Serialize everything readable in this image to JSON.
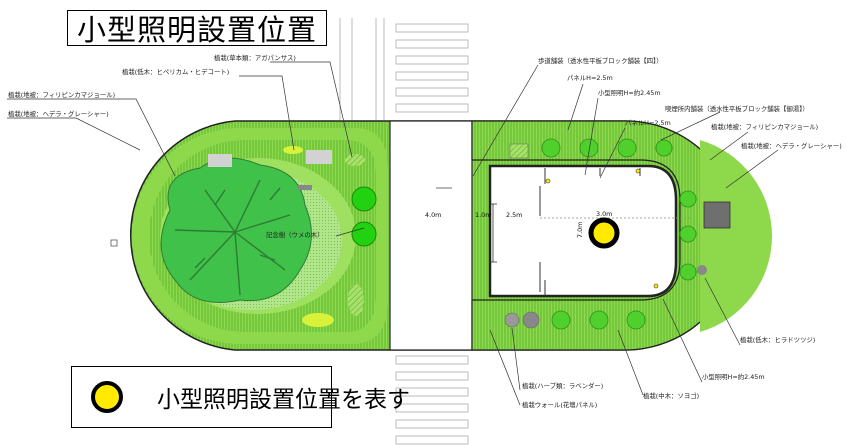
{
  "title": "小型照明設置位置",
  "legend": {
    "text": "小型照明設置位置を表す"
  },
  "labels": {
    "agapanthus": "植栽(草本類：アガパンサス)",
    "hypericum": "植栽(低木：ヒペリカム・ヒデコート)",
    "phyllostachys_left": "植栽(地被：フィリピンカマジョール)",
    "hedera_left": "植栽(地被：ヘデラ・グレーシャー)",
    "walkway_paving": "歩道舗装（透水性平板ブロック舗装【四】）",
    "panel_top": "パネルH=2.5m",
    "small_light_top": "小型照明H=約2.45m",
    "panel_right": "パネルH=2.5m",
    "plaza_paving": "喫煙所内舗装（透水性平板ブロック舗装【御湯】）",
    "phyllostachys_right": "植栽(地被：フィリピンカマジョール)",
    "hedera_right": "植栽(地被：ヘデラ・グレーシャー)",
    "memorial_tree": "記念樹（ウメの木）",
    "azalea": "植栽(低木：ヒラドツツジ)",
    "small_light_bottom": "小型照明H=約2.45m",
    "lavender": "植栽(ハーブ類：ラベンダー)",
    "flower_wall": "植栽ウォール(花壇パネル)",
    "ilex": "植栽(中木：ソヨゴ)"
  },
  "dimensions": {
    "d1": "4.0m",
    "d2": "1.0m",
    "d3": "2.5m",
    "d4": "3.0m",
    "d5": "7.0m"
  },
  "colors": {
    "grass": "#8ed84c",
    "grass_dark": "#5fc431",
    "hatch": "#4fae2a",
    "tree_canopy": "#3fc14a",
    "tree_branch": "#2e7d32",
    "highlight": "#ffea00"
  }
}
